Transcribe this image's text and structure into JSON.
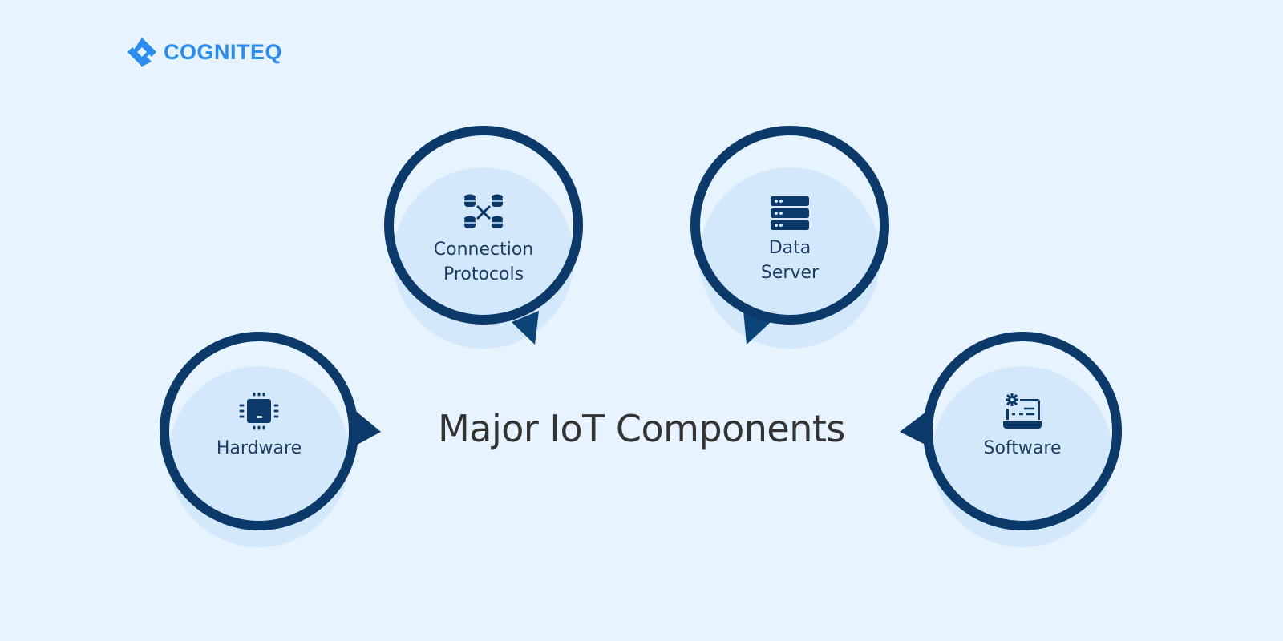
{
  "brand": {
    "name": "COGNITEQ",
    "color": "#2b8cf0"
  },
  "title": "Major IoT Components",
  "colors": {
    "background": "#e7f3fe",
    "ring": "#0b3a6a",
    "inner_fill": "#d3e8fb",
    "title": "#333333",
    "label": "#1d3b63"
  },
  "components": [
    {
      "id": "hardware",
      "label_line1": "Hardware",
      "label_line2": "",
      "icon": "microchip-icon"
    },
    {
      "id": "connection-protocols",
      "label_line1": "Connection",
      "label_line2": "Protocols",
      "icon": "database-network-icon"
    },
    {
      "id": "data-server",
      "label_line1": "Data",
      "label_line2": "Server",
      "icon": "server-icon"
    },
    {
      "id": "software",
      "label_line1": "Software",
      "label_line2": "",
      "icon": "laptop-gear-icon"
    }
  ]
}
